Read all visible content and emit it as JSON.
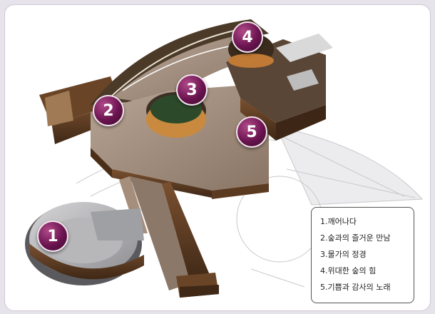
{
  "markers": [
    {
      "label": "1"
    },
    {
      "label": "2"
    },
    {
      "label": "3"
    },
    {
      "label": "4"
    },
    {
      "label": "5"
    }
  ],
  "legend": {
    "items": [
      "1.깨어나다",
      "2.숲과의 즐거운 만남",
      "3.물가의 정경",
      "4.위대한 숲의 힘",
      "5.기쁨과 감사의 노래"
    ]
  },
  "colors": {
    "marker": "#6b1450",
    "floor": "#9a8677",
    "wall": "#5b3a22",
    "frame_border": "#cfc8d4"
  }
}
